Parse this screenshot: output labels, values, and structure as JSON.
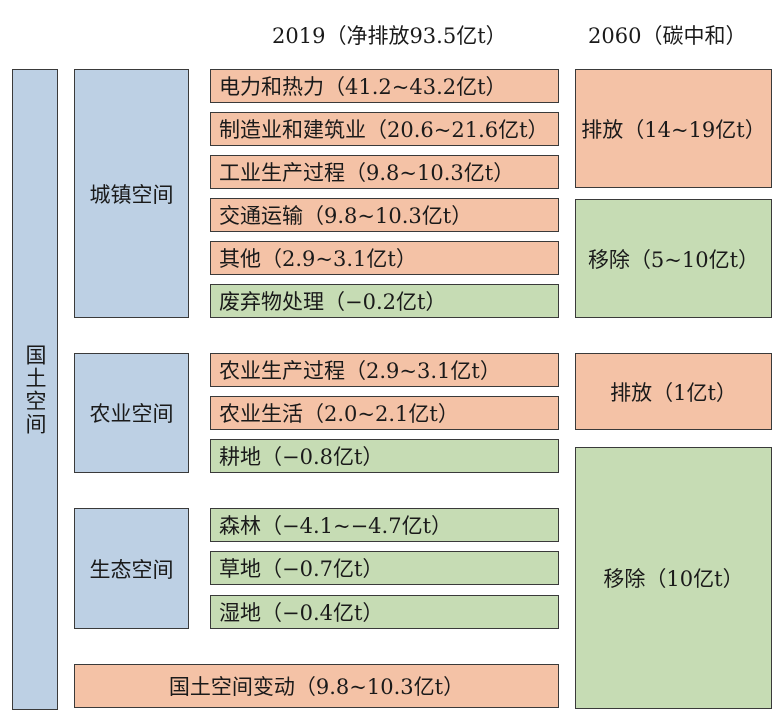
{
  "headers": {
    "y2019": "2019（净排放93.5亿t）",
    "y2060": "2060（碳中和）"
  },
  "national": "国土空间",
  "spaces": {
    "urban": "城镇空间",
    "agri": "农业空间",
    "eco": "生态空间"
  },
  "items": {
    "power": "电力和热力（41.2~43.2亿t）",
    "manufacturing": "制造业和建筑业（20.6~21.6亿t）",
    "industrial_process": "工业生产过程（9.8~10.3亿t）",
    "transport": "交通运输（9.8~10.3亿t）",
    "other": "其他（2.9~3.1亿t）",
    "waste": "废弃物处理（−0.2亿t）",
    "agri_process": "农业生产过程（2.9~3.1亿t）",
    "agri_life": "农业生活（2.0~2.1亿t）",
    "farmland": "耕地（−0.8亿t）",
    "forest": "森林（−4.1~−4.7亿t）",
    "grassland": "草地（−0.7亿t）",
    "wetland": "湿地（−0.4亿t）",
    "land_change": "国土空间变动（9.8~10.3亿t）"
  },
  "results_2060": {
    "urban_emission": "排放（14~19亿t）",
    "urban_removal": "移除（5~10亿t）",
    "agri_emission": "排放（1亿t）",
    "eco_removal": "移除（10亿t）"
  },
  "colors": {
    "space": "#bdd0e4",
    "emission": "#f4c2a6",
    "removal": "#c6dcb4"
  }
}
